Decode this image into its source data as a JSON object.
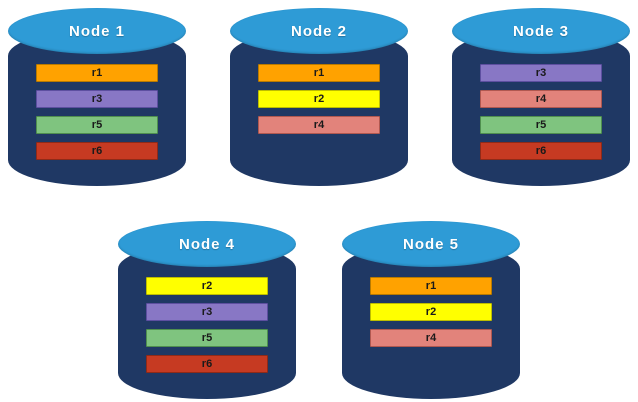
{
  "diagram": {
    "nodes": [
      {
        "label": "Node 1",
        "records": [
          "r1",
          "r3",
          "r5",
          "r6"
        ]
      },
      {
        "label": "Node 2",
        "records": [
          "r1",
          "r2",
          "r4"
        ]
      },
      {
        "label": "Node 3",
        "records": [
          "r3",
          "r4",
          "r5",
          "r6"
        ]
      },
      {
        "label": "Node 4",
        "records": [
          "r2",
          "r3",
          "r5",
          "r6"
        ]
      },
      {
        "label": "Node 5",
        "records": [
          "r1",
          "r2",
          "r4"
        ]
      }
    ],
    "record_colors": {
      "r1": {
        "fill": "#FFA200",
        "border": "#B87A00"
      },
      "r2": {
        "fill": "#FFFF00",
        "border": "#BDBD00"
      },
      "r3": {
        "fill": "#8877C5",
        "border": "#5D4FA0"
      },
      "r4": {
        "fill": "#E2837B",
        "border": "#B05850"
      },
      "r5": {
        "fill": "#7FC47F",
        "border": "#4F8F4F"
      },
      "r6": {
        "fill": "#C63A22",
        "border": "#8F2A18"
      }
    },
    "colors": {
      "background": "#FFFFFF",
      "cylinder_body": "#1F3864",
      "cylinder_top": "#2E9BD6",
      "node_label_text": "#FFFFFF",
      "record_text": "#1A1A1A"
    }
  }
}
